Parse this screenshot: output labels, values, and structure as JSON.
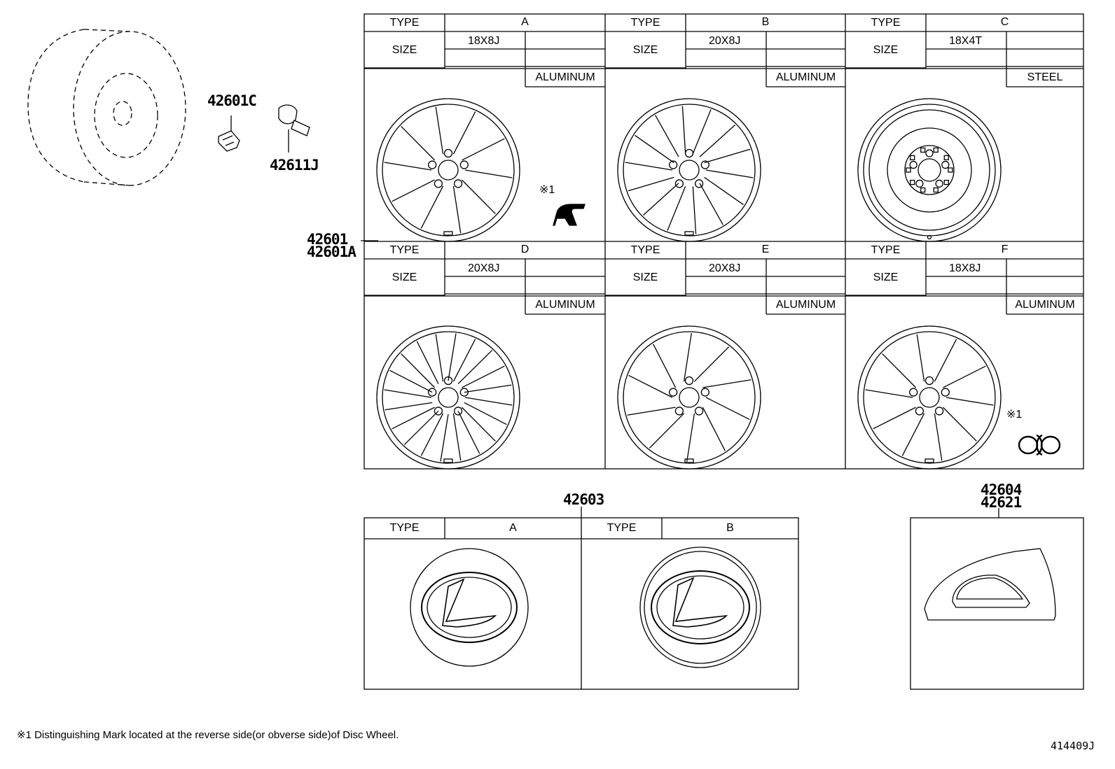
{
  "parts": {
    "valve_nut": "42601C",
    "valve": "42611J",
    "wheel_1": "42601",
    "wheel_2": "42601A",
    "ornament": "42603",
    "cap_1": "42604",
    "cap_2": "42621"
  },
  "wheel_table": {
    "type_label": "TYPE",
    "size_label": "SIZE",
    "cells": [
      {
        "type": "A",
        "size": "18X8J",
        "material": "ALUMINUM",
        "mark": "※1"
      },
      {
        "type": "B",
        "size": "20X8J",
        "material": "ALUMINUM"
      },
      {
        "type": "C",
        "size": "18X4T",
        "material": "STEEL"
      },
      {
        "type": "D",
        "size": "20X8J",
        "material": "ALUMINUM"
      },
      {
        "type": "E",
        "size": "20X8J",
        "material": "ALUMINUM"
      },
      {
        "type": "F",
        "size": "18X8J",
        "material": "ALUMINUM",
        "mark": "※1"
      }
    ]
  },
  "ornament_table": {
    "type_label": "TYPE",
    "types": [
      "A",
      "B"
    ]
  },
  "footnote": "※1  Distinguishing Mark located at the reverse side(or obverse side)of Disc Wheel.",
  "diagram_code": "414409J"
}
